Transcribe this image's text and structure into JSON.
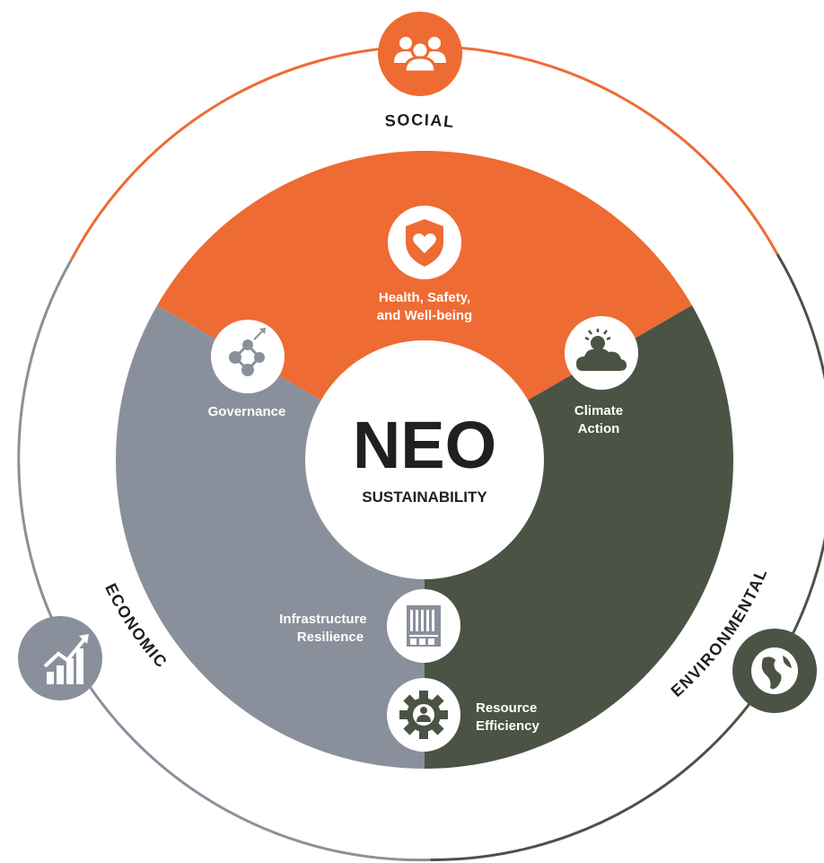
{
  "colors": {
    "social": "#ee6b33",
    "economic": "#8a909b",
    "environmental": "#4b5345",
    "center": "#ffffff",
    "text_dark": "#202020"
  },
  "core": {
    "title": "NEO",
    "subtitle": "SUSTAINABILITY"
  },
  "pillars": {
    "social": {
      "label": "SOCIAL",
      "icon": "people-group-icon"
    },
    "economic": {
      "label": "ECONOMIC",
      "icon": "growth-chart-icon"
    },
    "environmental": {
      "label": "ENVIRONMENTAL",
      "icon": "globe-icon"
    }
  },
  "focus_areas": {
    "health": {
      "line1": "Health, Safety,",
      "line2": "and Well-being",
      "icon": "shield-heart-icon"
    },
    "governance": {
      "line1": "Governance",
      "icon": "network-nodes-icon"
    },
    "climate": {
      "line1": "Climate",
      "line2": "Action",
      "icon": "sun-cloud-icon"
    },
    "infrastructure": {
      "line1": "Infrastructure",
      "line2": "Resilience",
      "icon": "building-icon"
    },
    "resource": {
      "line1": "Resource",
      "line2": "Efficiency",
      "icon": "gear-person-icon"
    }
  }
}
